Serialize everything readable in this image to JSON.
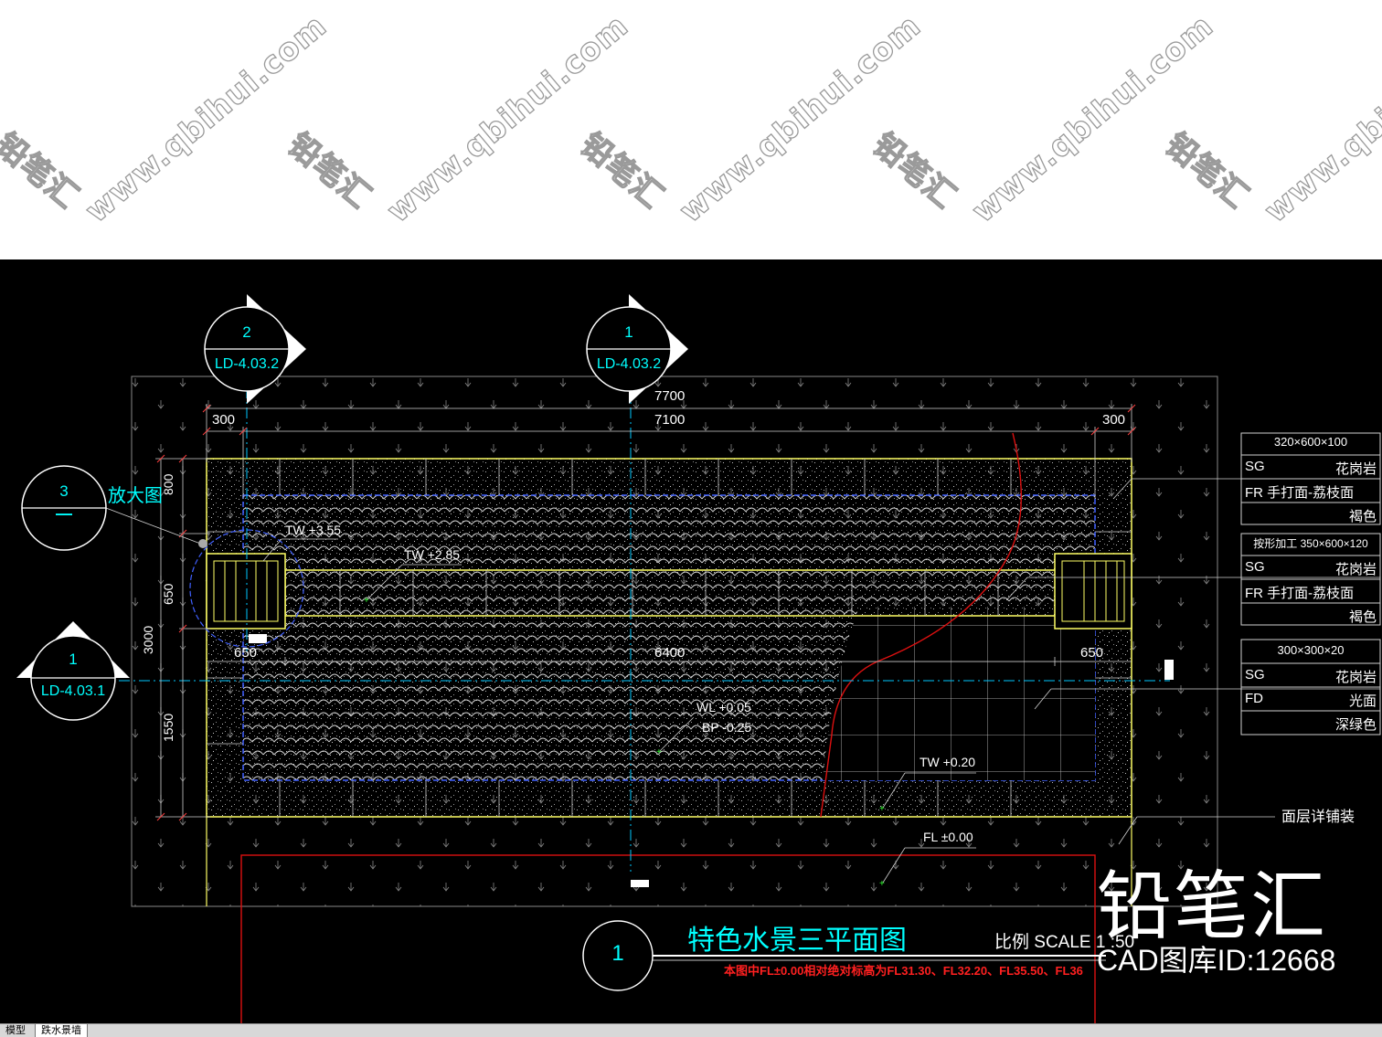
{
  "watermark": {
    "brand": "铅笔汇",
    "site": "www.qbihui.com"
  },
  "drawing": {
    "callouts": [
      {
        "number": "2",
        "ref": "LD-4.03.2"
      },
      {
        "number": "1",
        "ref": "LD-4.03.2"
      },
      {
        "number": "1",
        "ref": "LD-4.03.1"
      },
      {
        "number": "3",
        "ref": "—"
      }
    ],
    "enlarge_label": "放大图",
    "dims_top": {
      "overall": "7700",
      "inner": "7100",
      "left": "300",
      "right": "300"
    },
    "dims_mid": {
      "left": "650",
      "center": "6400",
      "right": "650"
    },
    "dims_left": [
      "800",
      "650",
      "3000",
      "1550"
    ],
    "levels": [
      "TW +3.55",
      "TW +2.85",
      "WL +0.05",
      "BP -0.25",
      "TW +0.20",
      "FL ±0.00"
    ],
    "materials": [
      {
        "header": "320×600×100",
        "rows": [
          [
            "SG",
            "花岗岩"
          ],
          [
            "FR 手打面-荔枝面",
            ""
          ],
          [
            "",
            "褐色"
          ]
        ]
      },
      {
        "header": "按形加工 350×600×120",
        "rows": [
          [
            "SG",
            "花岗岩"
          ],
          [
            "FR 手打面-荔枝面",
            ""
          ],
          [
            "",
            "褐色"
          ]
        ]
      },
      {
        "header": "300×300×20",
        "rows": [
          [
            "SG",
            "花岗岩"
          ],
          [
            "FD",
            "光面"
          ],
          [
            "",
            "深绿色"
          ]
        ]
      }
    ],
    "surface_note": "面层详铺装",
    "title": "特色水景三平面图",
    "title_number": "1",
    "scale": "比例 SCALE 1 :50",
    "note": "本图中FL±0.00相对绝对标高为FL31.30、FL32.20、FL35.50、FL36"
  },
  "brand_overlay": {
    "logo": "铅笔汇",
    "id_text": "CAD图库ID:12668"
  },
  "tabs": [
    "模型",
    "跌水景墙"
  ],
  "colors": {
    "cad_bg": "#000000",
    "cyan": "#00ffff",
    "yellow": "#ffff66",
    "red": "#ff2020",
    "white": "#ffffff"
  }
}
